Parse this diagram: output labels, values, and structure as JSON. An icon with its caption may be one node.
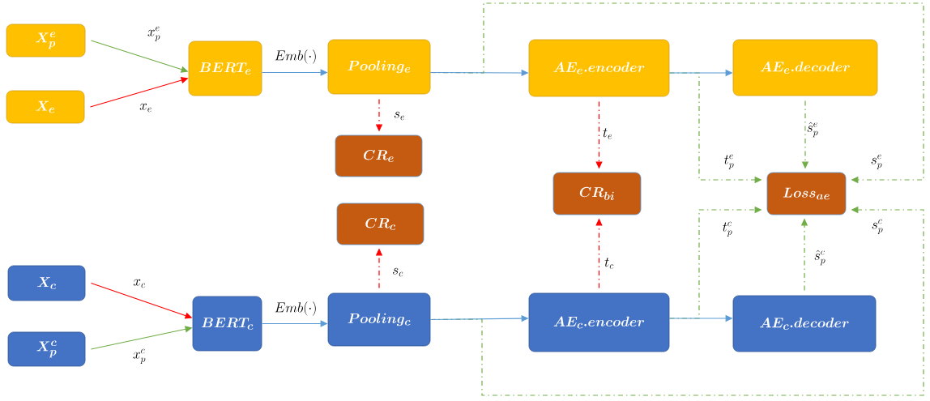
{
  "diagram": {
    "nodes": [
      {
        "text": [
          "X^{e}_{p}"
        ]
      },
      {
        "text": [
          "X_{e}"
        ]
      },
      {
        "text": [
          "BERT_{e}"
        ]
      },
      {
        "text": [
          "Pooling_{e}"
        ]
      },
      {
        "text": [
          "CR_{e}"
        ]
      },
      {
        "text": [
          "CR_{c}"
        ]
      },
      {
        "text": [
          "X_{c}"
        ]
      },
      {
        "text": [
          "X^{c}_{p}"
        ]
      },
      {
        "text": [
          "BERT_{c}"
        ]
      },
      {
        "text": [
          "Pooling_{c}"
        ]
      },
      {
        "text": [
          "AE_{e}.encoder"
        ]
      },
      {
        "text": [
          "AE_{e}.decoder"
        ]
      },
      {
        "text": [
          "CR_{bi}"
        ]
      },
      {
        "text": [
          "Loss_{ae}"
        ]
      },
      {
        "text": [
          "AE_{c}.encoder"
        ]
      },
      {
        "text": [
          "AE_{c}.decoder"
        ]
      }
    ],
    "edges": [
      {
        "from": 0,
        "to": 2,
        "arrow": "to",
        "label": "x^{e}_{p}",
        "color": "#70ad47"
      },
      {
        "from": 1,
        "to": 2,
        "arrow": "to",
        "label": "x_{e}",
        "color": "#ff0000"
      },
      {
        "from": 2,
        "to": 3,
        "arrow": "to",
        "label": "Emb(\\cdot)",
        "color": "#5b9bd5"
      },
      {
        "from": 3,
        "to": 4,
        "arrow": "to",
        "label": "s_{e}",
        "style": "dashed",
        "color": "#ff0000"
      },
      {
        "from": 3,
        "to": 10,
        "arrow": "to",
        "color": "#5b9bd5"
      },
      {
        "from": 10,
        "to": 11,
        "arrow": "to",
        "color": "#5b9bd5"
      },
      {
        "from": 10,
        "to": 12,
        "arrow": "to",
        "label": "t_{e}",
        "style": "dashed",
        "color": "#ff0000"
      },
      {
        "from": 11,
        "to": 13,
        "arrow": "to",
        "label": "\\hat{s}^{e}_{p}",
        "style": "dashed",
        "color": "#70ad47"
      },
      {
        "from": 3,
        "to": 13,
        "arrow": "to",
        "label": "s^{e}_{p}",
        "style": "dashed",
        "color": "#70ad47"
      },
      {
        "from": 10,
        "to": 13,
        "arrow": "to",
        "label": "t^{e}_{p}",
        "style": "dashed",
        "color": "#70ad47"
      },
      {
        "from": 6,
        "to": 8,
        "arrow": "to",
        "label": "x_{c}",
        "color": "#ff0000"
      },
      {
        "from": 7,
        "to": 8,
        "arrow": "to",
        "label": "x^{c}_{p}",
        "color": "#70ad47"
      },
      {
        "from": 8,
        "to": 9,
        "arrow": "to",
        "label": "Emb(\\cdot)",
        "color": "#5b9bd5"
      },
      {
        "from": 9,
        "to": 5,
        "arrow": "to",
        "label": "s_{c}",
        "style": "dashed",
        "color": "#ff0000"
      },
      {
        "from": 9,
        "to": 14,
        "arrow": "to",
        "color": "#5b9bd5"
      },
      {
        "from": 14,
        "to": 15,
        "arrow": "to",
        "color": "#5b9bd5"
      },
      {
        "from": 14,
        "to": 12,
        "arrow": "to",
        "label": "t_{c}",
        "style": "dashed",
        "color": "#ff0000"
      },
      {
        "from": 15,
        "to": 13,
        "arrow": "to",
        "label": "\\hat{s}^{c}_{p}",
        "style": "dashed",
        "color": "#70ad47"
      },
      {
        "from": 9,
        "to": 13,
        "arrow": "to",
        "label": "s^{c}_{p}",
        "style": "dashed",
        "color": "#70ad47"
      },
      {
        "from": 14,
        "to": 13,
        "arrow": "to",
        "label": "t^{c}_{p}",
        "style": "dashed",
        "color": "#70ad47"
      }
    ]
  }
}
